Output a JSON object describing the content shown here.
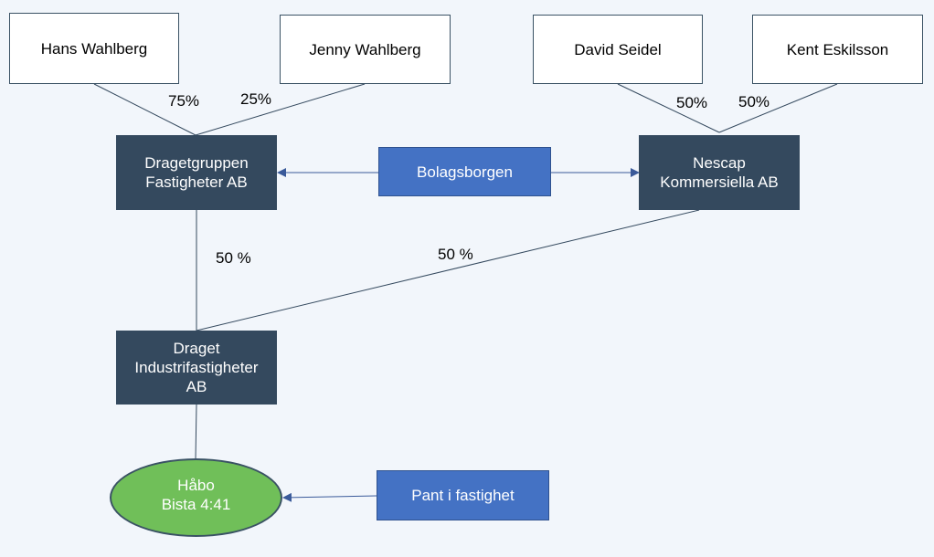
{
  "people": {
    "hans": "Hans Wahlberg",
    "jenny": "Jenny Wahlberg",
    "david": "David Seidel",
    "kent": "Kent Eskilsson"
  },
  "companies": {
    "dragetgruppen": "Dragetgruppen\nFastigheter AB",
    "nescap": "Nescap\nKommersiella AB",
    "draget": "Draget\nIndustrifastigheter\nAB"
  },
  "relations": {
    "bolagsborgen": "Bolagsborgen",
    "pant": "Pant i fastighet"
  },
  "property": "Håbo\nBista 4:41",
  "shares": {
    "hans": "75%",
    "jenny": "25%",
    "david": "50%",
    "kent": "50%",
    "dragetgruppen_to_draget": "50 %",
    "nescap_to_draget": "50 %"
  },
  "colors": {
    "background": "#f2f6fb",
    "company": "#34495e",
    "relation": "#4472c4",
    "property": "#70bf59",
    "line": "#34495e"
  }
}
